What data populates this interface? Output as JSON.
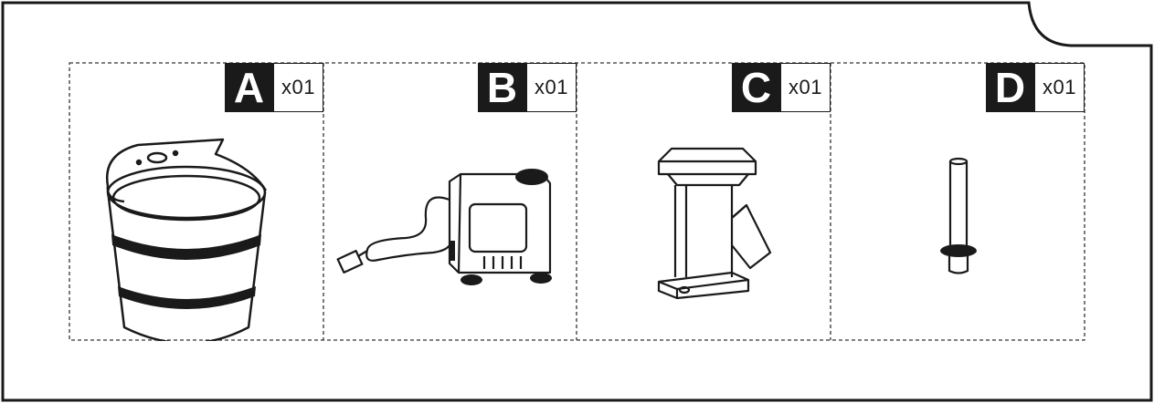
{
  "parts": [
    {
      "letter": "A",
      "quantity": "x01",
      "item": "bowl-icon"
    },
    {
      "letter": "B",
      "quantity": "x01",
      "item": "pump-icon"
    },
    {
      "letter": "C",
      "quantity": "x01",
      "item": "connector-icon"
    },
    {
      "letter": "D",
      "quantity": "x01",
      "item": "tube-icon"
    }
  ],
  "colors": {
    "ink": "#1a1a1a",
    "paper": "#ffffff"
  }
}
